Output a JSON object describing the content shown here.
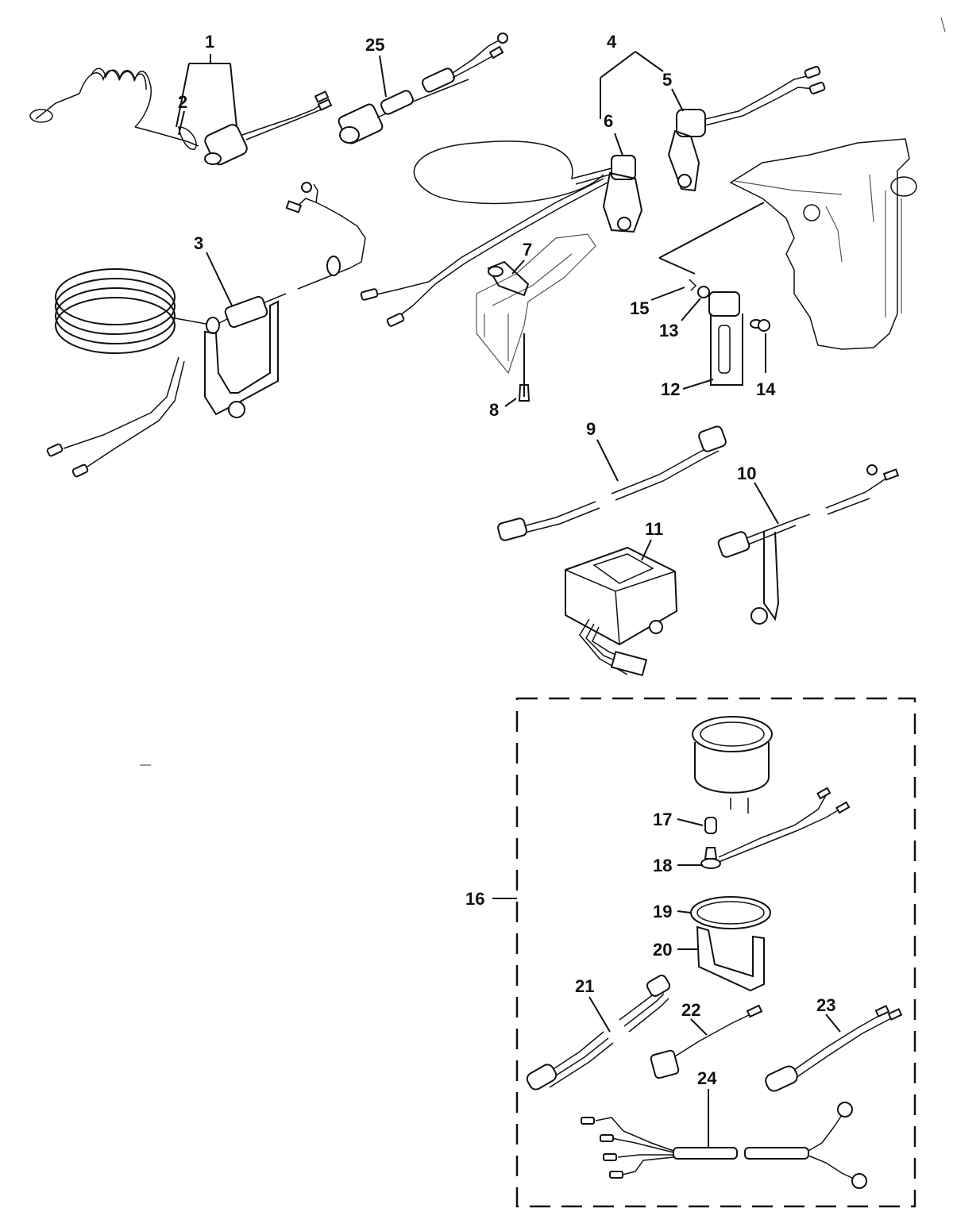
{
  "callouts": {
    "c1": "1",
    "c2": "2",
    "c3": "3",
    "c4": "4",
    "c5": "5",
    "c6": "6",
    "c7": "7",
    "c8": "8",
    "c9": "9",
    "c10": "10",
    "c11": "11",
    "c12": "12",
    "c13": "13",
    "c14": "14",
    "c15": "15",
    "c16": "16",
    "c17": "17",
    "c18": "18",
    "c19": "19",
    "c20": "20",
    "c21": "21",
    "c22": "22",
    "c23": "23",
    "c24": "24",
    "c25": "25"
  },
  "colors": {
    "ink": "#111111",
    "paper": "#ffffff"
  }
}
